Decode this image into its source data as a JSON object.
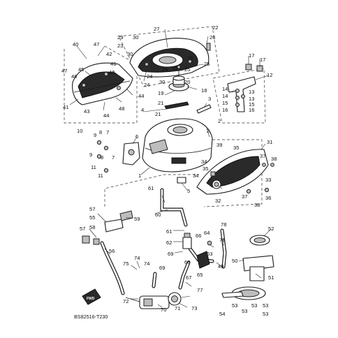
{
  "diagram": {
    "caption": "BS82516-T230",
    "direction_badge": "FWD",
    "callouts": [
      {
        "id": "c1",
        "text": "1"
      },
      {
        "id": "c2a",
        "text": "2"
      },
      {
        "id": "c2b",
        "text": "2"
      },
      {
        "id": "c3",
        "text": "3"
      },
      {
        "id": "c4",
        "text": "4"
      },
      {
        "id": "c5",
        "text": "5"
      },
      {
        "id": "c6",
        "text": "6"
      },
      {
        "id": "c7a",
        "text": "7"
      },
      {
        "id": "c7b",
        "text": "7"
      },
      {
        "id": "c8a",
        "text": "8"
      },
      {
        "id": "c8b",
        "text": "8"
      },
      {
        "id": "c9a",
        "text": "9"
      },
      {
        "id": "c9b",
        "text": "9"
      },
      {
        "id": "c10",
        "text": "10"
      },
      {
        "id": "c11",
        "text": "11"
      },
      {
        "id": "c11b",
        "text": "11"
      },
      {
        "id": "c12",
        "text": "12"
      },
      {
        "id": "c13a",
        "text": "13"
      },
      {
        "id": "c13b",
        "text": "13"
      },
      {
        "id": "c14a",
        "text": "14"
      },
      {
        "id": "c14b",
        "text": "14"
      },
      {
        "id": "c15a",
        "text": "15"
      },
      {
        "id": "c15b",
        "text": "15"
      },
      {
        "id": "c16a",
        "text": "16"
      },
      {
        "id": "c16b",
        "text": "16"
      },
      {
        "id": "c17a",
        "text": "17"
      },
      {
        "id": "c17b",
        "text": "17"
      },
      {
        "id": "c18",
        "text": "18"
      },
      {
        "id": "c19a",
        "text": "19"
      },
      {
        "id": "c19b",
        "text": "19"
      },
      {
        "id": "c20",
        "text": "20"
      },
      {
        "id": "c21a",
        "text": "21"
      },
      {
        "id": "c21b",
        "text": "21"
      },
      {
        "id": "c22",
        "text": "22"
      },
      {
        "id": "c23",
        "text": "23"
      },
      {
        "id": "c24a",
        "text": "24"
      },
      {
        "id": "c24b",
        "text": "24"
      },
      {
        "id": "c25a",
        "text": "25"
      },
      {
        "id": "c25b",
        "text": "25"
      },
      {
        "id": "c25c",
        "text": "25"
      },
      {
        "id": "c26",
        "text": "26"
      },
      {
        "id": "c27",
        "text": "27"
      },
      {
        "id": "c28",
        "text": "28"
      },
      {
        "id": "c29",
        "text": "29"
      },
      {
        "id": "c30a",
        "text": "30"
      },
      {
        "id": "c30b",
        "text": "30"
      },
      {
        "id": "c30c",
        "text": "30"
      },
      {
        "id": "c31",
        "text": "31"
      },
      {
        "id": "c32",
        "text": "32"
      },
      {
        "id": "c33",
        "text": "33"
      },
      {
        "id": "c34a",
        "text": "34"
      },
      {
        "id": "c34b",
        "text": "34"
      },
      {
        "id": "c35a",
        "text": "35"
      },
      {
        "id": "c35b",
        "text": "35"
      },
      {
        "id": "c36",
        "text": "36"
      },
      {
        "id": "c37a",
        "text": "37"
      },
      {
        "id": "c37b",
        "text": "37"
      },
      {
        "id": "c38a",
        "text": "38"
      },
      {
        "id": "c38b",
        "text": "38"
      },
      {
        "id": "c39",
        "text": "39"
      },
      {
        "id": "c40",
        "text": "40"
      },
      {
        "id": "c41",
        "text": "41"
      },
      {
        "id": "c42",
        "text": "42"
      },
      {
        "id": "c43a",
        "text": "43"
      },
      {
        "id": "c43b",
        "text": "43"
      },
      {
        "id": "c44a",
        "text": "44"
      },
      {
        "id": "c44b",
        "text": "44"
      },
      {
        "id": "c45",
        "text": "45"
      },
      {
        "id": "c46a",
        "text": "46"
      },
      {
        "id": "c46b",
        "text": "46"
      },
      {
        "id": "c47a",
        "text": "47"
      },
      {
        "id": "c47b",
        "text": "47"
      },
      {
        "id": "c48",
        "text": "48"
      },
      {
        "id": "c49",
        "text": "49"
      },
      {
        "id": "c50",
        "text": "50"
      },
      {
        "id": "c51",
        "text": "51"
      },
      {
        "id": "c52",
        "text": "52"
      },
      {
        "id": "c53a",
        "text": "53"
      },
      {
        "id": "c53b",
        "text": "53"
      },
      {
        "id": "c53c",
        "text": "53"
      },
      {
        "id": "c53d",
        "text": "53"
      },
      {
        "id": "c53e",
        "text": "53"
      },
      {
        "id": "c54",
        "text": "54"
      },
      {
        "id": "c55",
        "text": "55"
      },
      {
        "id": "c56",
        "text": "56"
      },
      {
        "id": "c57a",
        "text": "57"
      },
      {
        "id": "c57b",
        "text": "57"
      },
      {
        "id": "c58",
        "text": "58"
      },
      {
        "id": "c59",
        "text": "59"
      },
      {
        "id": "c60",
        "text": "60"
      },
      {
        "id": "c61a",
        "text": "61"
      },
      {
        "id": "c61b",
        "text": "61"
      },
      {
        "id": "c62",
        "text": "62"
      },
      {
        "id": "c63",
        "text": "63"
      },
      {
        "id": "c64",
        "text": "64"
      },
      {
        "id": "c65",
        "text": "65"
      },
      {
        "id": "c66",
        "text": "66"
      },
      {
        "id": "c67",
        "text": "67"
      },
      {
        "id": "c68",
        "text": "68"
      },
      {
        "id": "c69a",
        "text": "69"
      },
      {
        "id": "c69b",
        "text": "69"
      },
      {
        "id": "c70",
        "text": "70"
      },
      {
        "id": "c71",
        "text": "71"
      },
      {
        "id": "c72",
        "text": "72"
      },
      {
        "id": "c73",
        "text": "73"
      },
      {
        "id": "c74a",
        "text": "74"
      },
      {
        "id": "c74b",
        "text": "74"
      },
      {
        "id": "c75",
        "text": "75"
      },
      {
        "id": "c76",
        "text": "76"
      },
      {
        "id": "c77",
        "text": "77"
      },
      {
        "id": "c78",
        "text": "78"
      }
    ]
  }
}
